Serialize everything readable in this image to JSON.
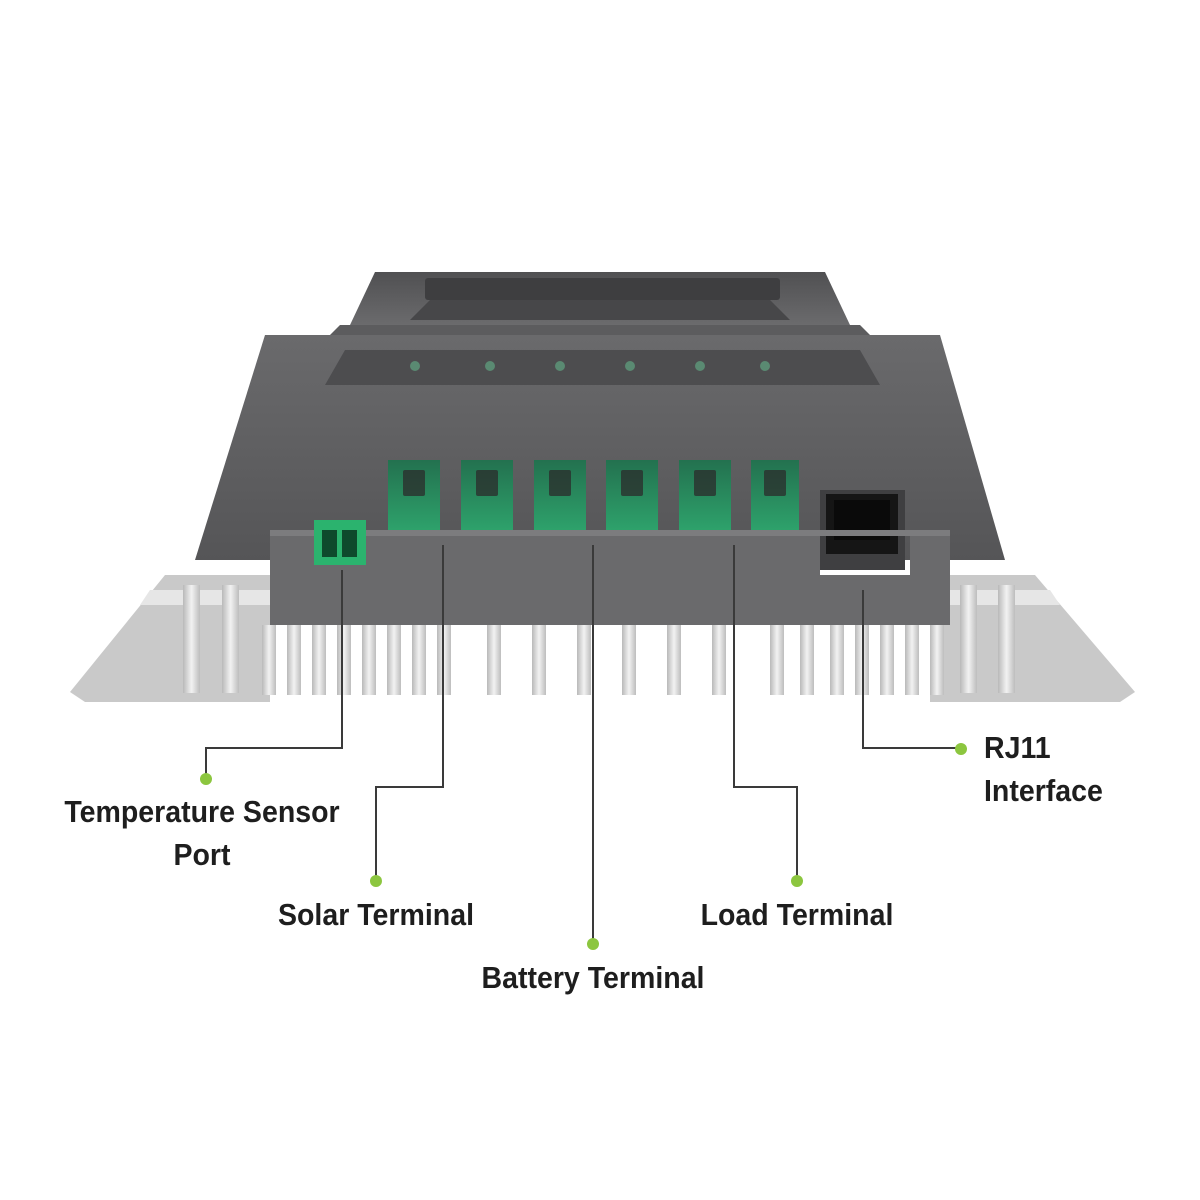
{
  "colors": {
    "accent_dot": "#8cc63f",
    "callout_line": "#3a3a3a",
    "housing": "#5e5e60",
    "terminal_green": "#1f8a5a",
    "heatsink": "#d3d3d3"
  },
  "callouts": {
    "temperature_sensor_port": {
      "line1": "Temperature Sensor",
      "line2": "Port"
    },
    "solar_terminal": {
      "text": "Solar Terminal"
    },
    "battery_terminal": {
      "text": "Battery Terminal"
    },
    "load_terminal": {
      "text": "Load Terminal"
    },
    "rj11_interface": {
      "line1": "RJ11",
      "line2": "Interface"
    }
  }
}
